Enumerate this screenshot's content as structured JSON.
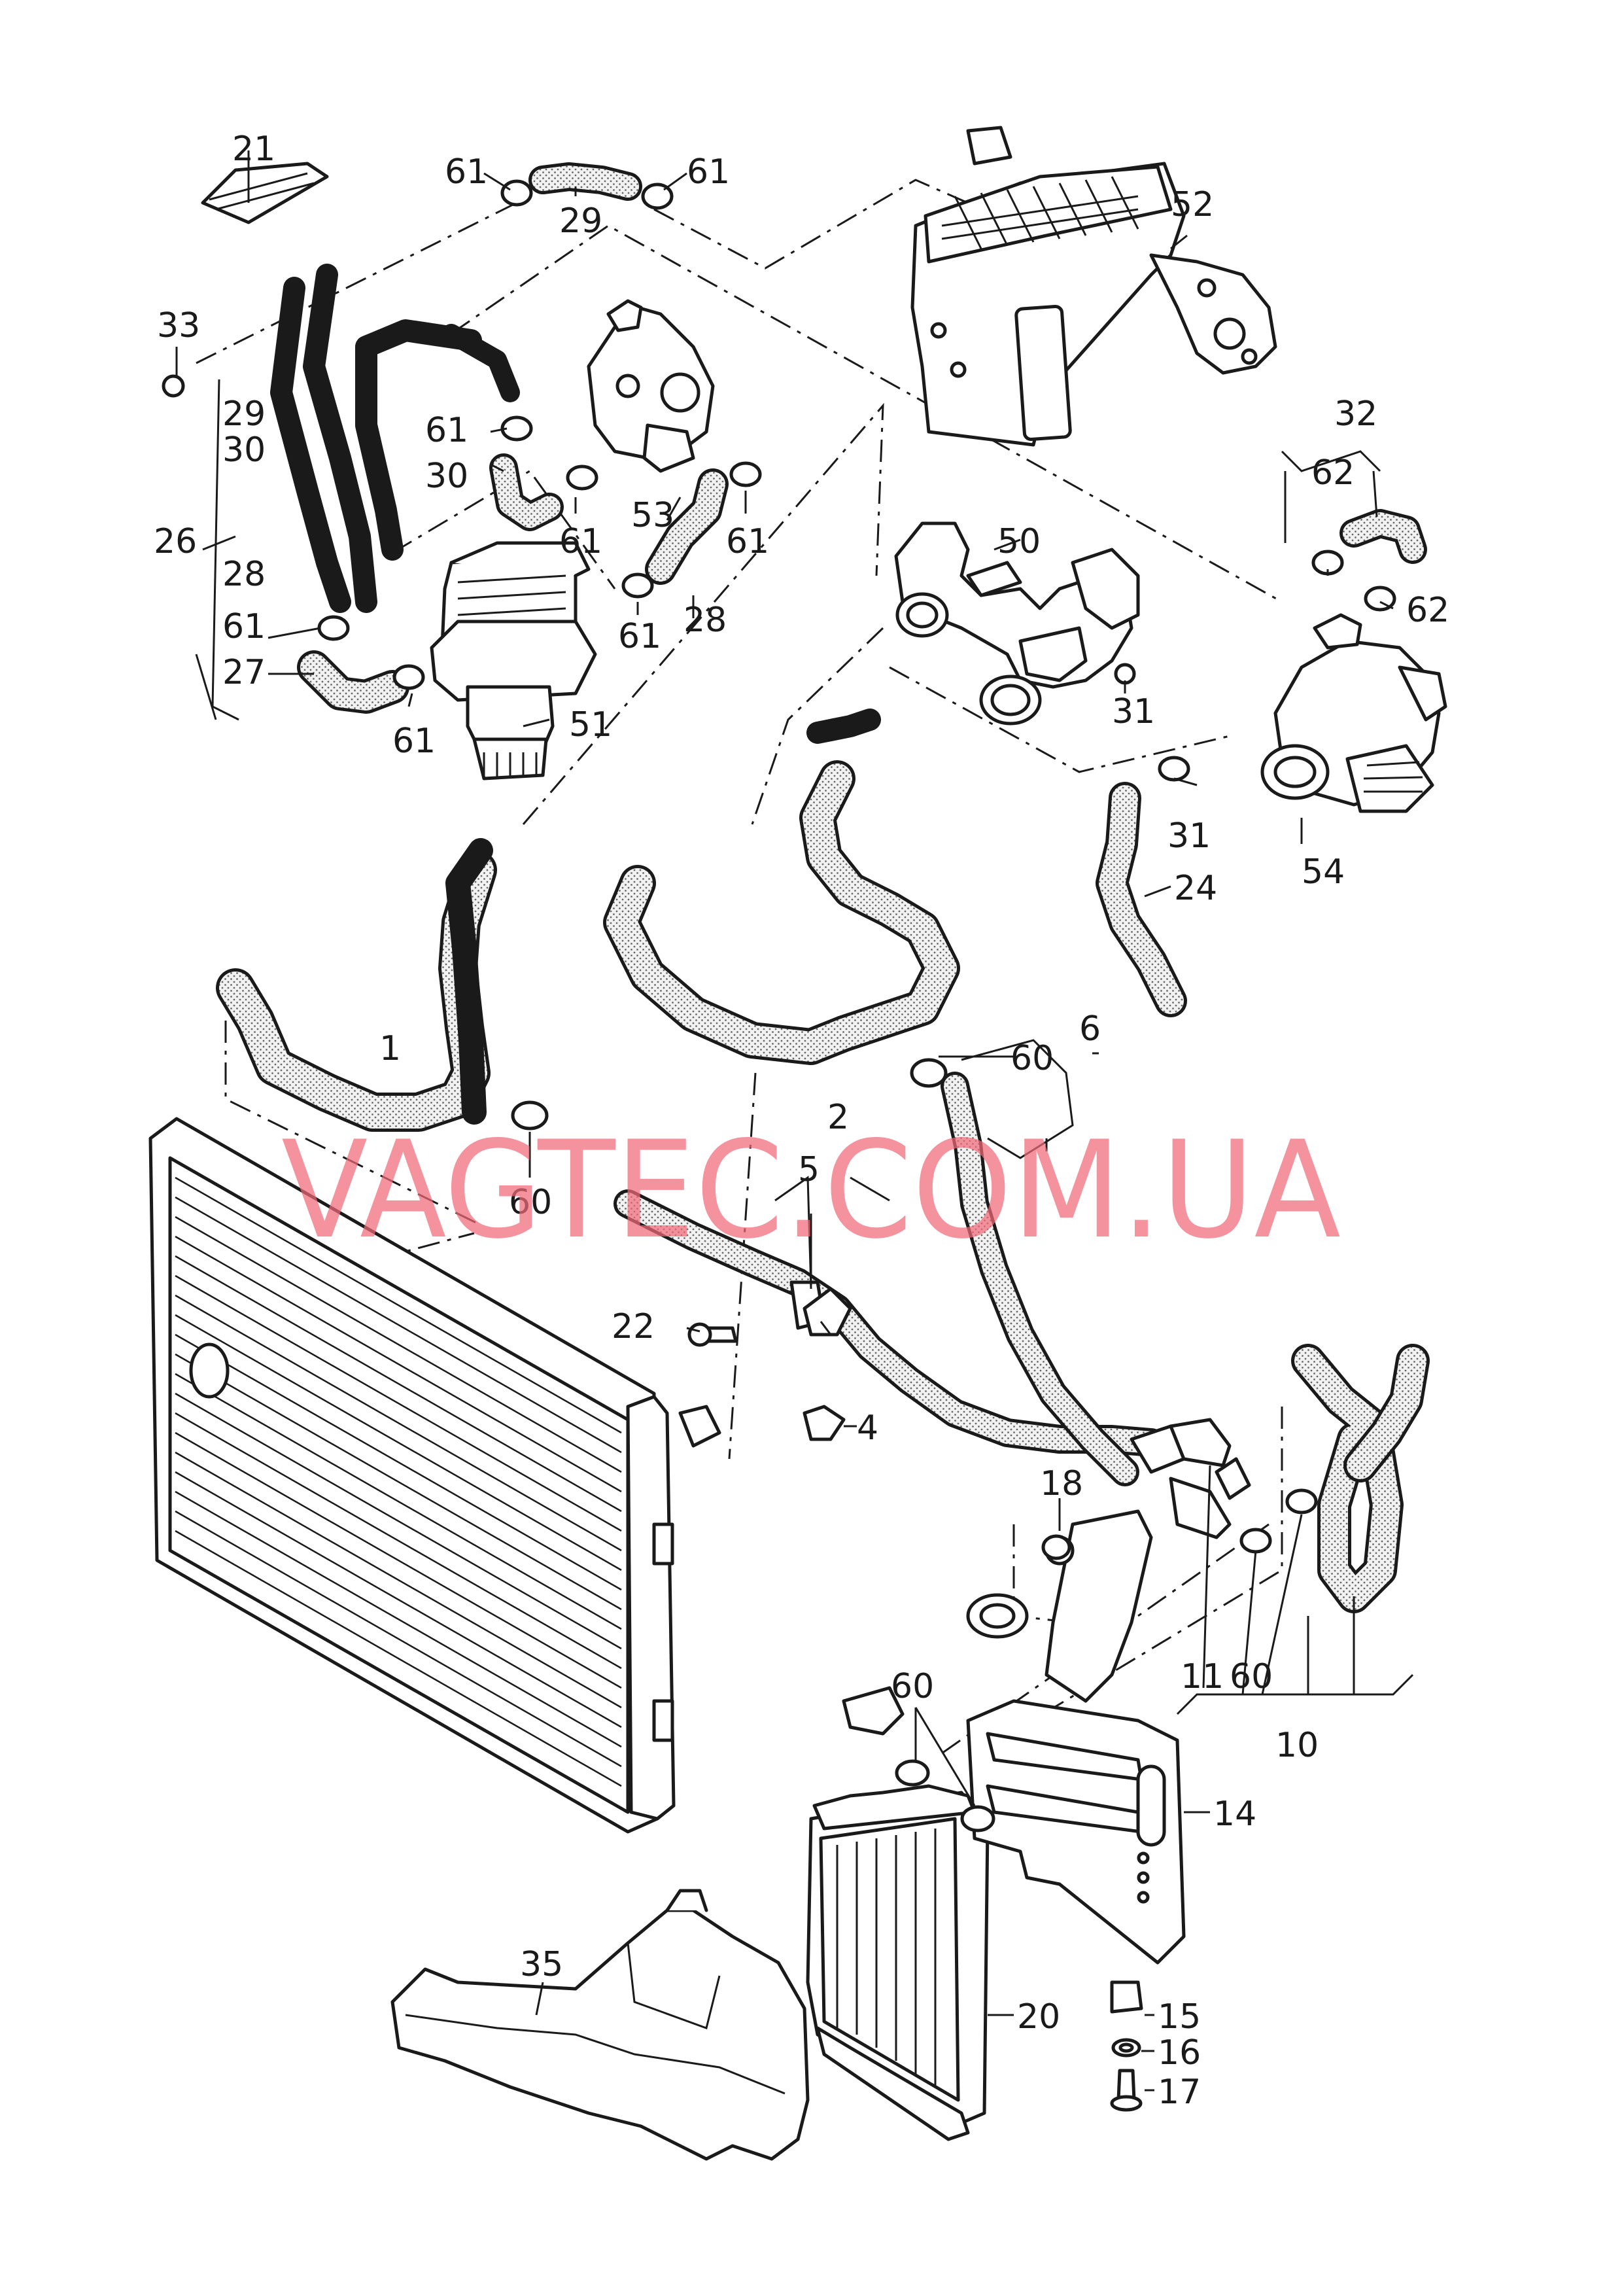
{
  "watermark": "VAGTEC.COM.UA",
  "callouts": [
    "1",
    "2",
    "4",
    "5",
    "6",
    "10",
    "11",
    "14",
    "15",
    "16",
    "17",
    "18",
    "20",
    "21",
    "22",
    "24",
    "26",
    "27",
    "28",
    "29",
    "30",
    "31",
    "32",
    "33",
    "35",
    "50",
    "51",
    "52",
    "53",
    "54",
    "60",
    "61",
    "62"
  ],
  "colors": {
    "line": "#1a1a1a",
    "hose_fill": "#f2f2f2",
    "hose_dots": "#6a6a6a",
    "watermark": "#f06a78"
  }
}
